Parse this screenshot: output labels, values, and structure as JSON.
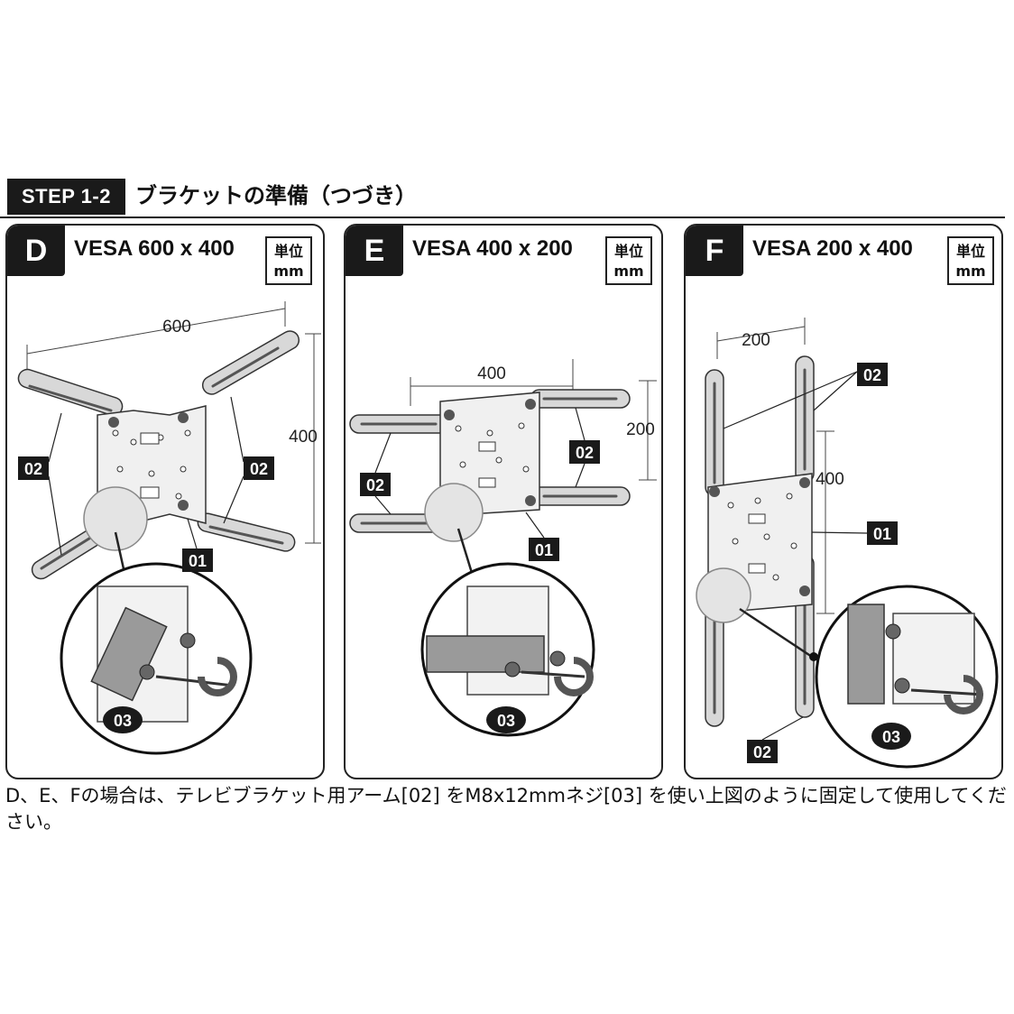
{
  "header": {
    "step_label": "STEP 1-2",
    "title": "ブラケットの準備（つづき）"
  },
  "panels": [
    {
      "letter": "D",
      "vesa": "VESA 600 x 400",
      "unit_line1": "単位",
      "unit_line2": "mm",
      "dim_horizontal": "600",
      "dim_vertical": "400",
      "label_arm_left": "02",
      "label_arm_right": "02",
      "label_plate": "01",
      "label_screw": "03"
    },
    {
      "letter": "E",
      "vesa": "VESA 400 x 200",
      "unit_line1": "単位",
      "unit_line2": "mm",
      "dim_horizontal": "400",
      "dim_vertical": "200",
      "label_arm_left": "02",
      "label_arm_right": "02",
      "label_plate": "01",
      "label_screw": "03"
    },
    {
      "letter": "F",
      "vesa": "VESA 200 x 400",
      "unit_line1": "単位",
      "unit_line2": "mm",
      "dim_horizontal": "200",
      "dim_vertical": "400",
      "label_arm_top": "02",
      "label_plate": "01",
      "label_arm_bottom": "02",
      "label_screw": "03"
    }
  ],
  "footer": {
    "text": "D、E、Fの場合は、テレビブラケット用アーム[02] をM8x12mmネジ[03] を使い上図のように固定して使用してください。"
  }
}
